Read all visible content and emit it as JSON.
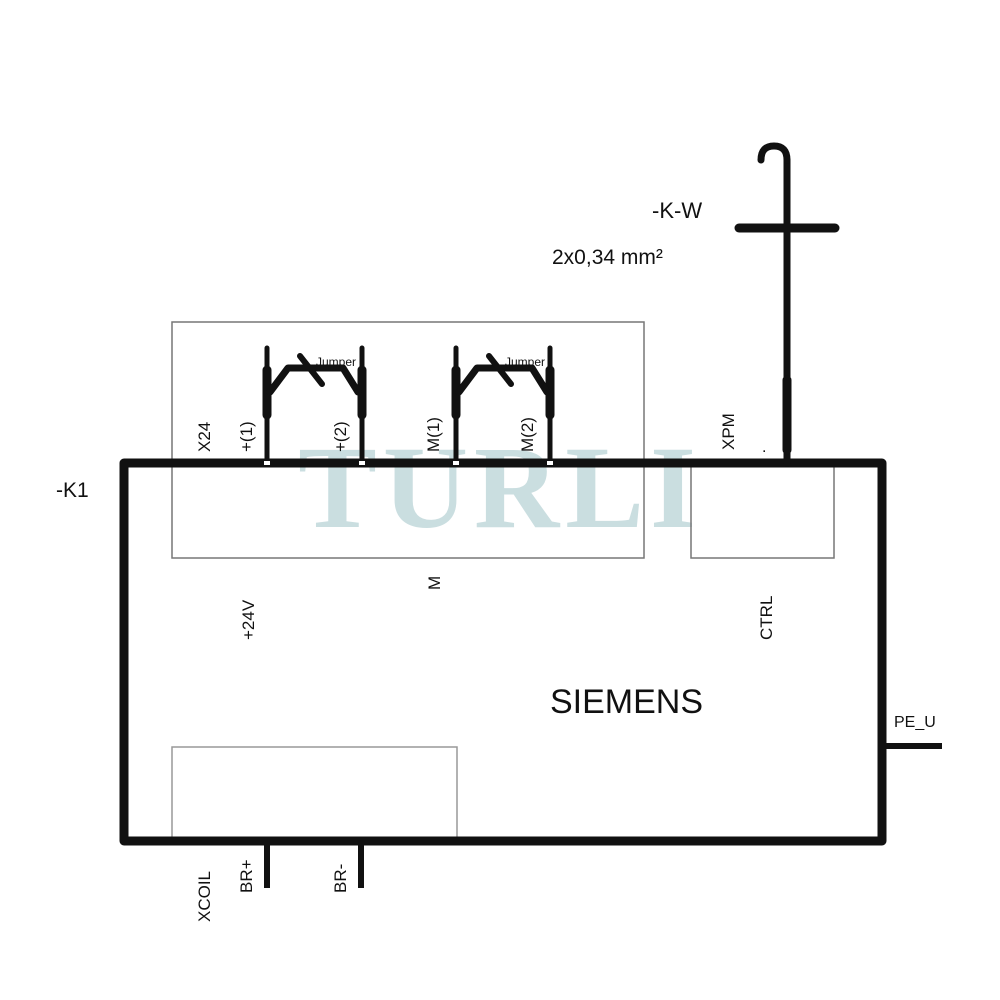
{
  "device": {
    "designation": "-K1",
    "brand": "SIEMENS"
  },
  "cable": {
    "designation": "-K-W",
    "spec": "2x0,34 mm²"
  },
  "connector_x24": {
    "name": "X24",
    "terminals": [
      "+(1)",
      "+(2)",
      "M(1)",
      "M(2)"
    ],
    "jumper_label": "Jumper",
    "label_plus24v": "+24V",
    "label_m": "M"
  },
  "connector_xpm": {
    "name": "XPM",
    "pin_mark": ".",
    "label_ctrl": "CTRL"
  },
  "connector_xcoil": {
    "name": "XCOIL",
    "terminals": [
      "BR+",
      "BR-"
    ]
  },
  "pe": {
    "label": "PE_U"
  },
  "watermark": "TURLI",
  "colors": {
    "line": "#111111",
    "thin_line": "#777777",
    "watermark": "#b9d3d6"
  }
}
